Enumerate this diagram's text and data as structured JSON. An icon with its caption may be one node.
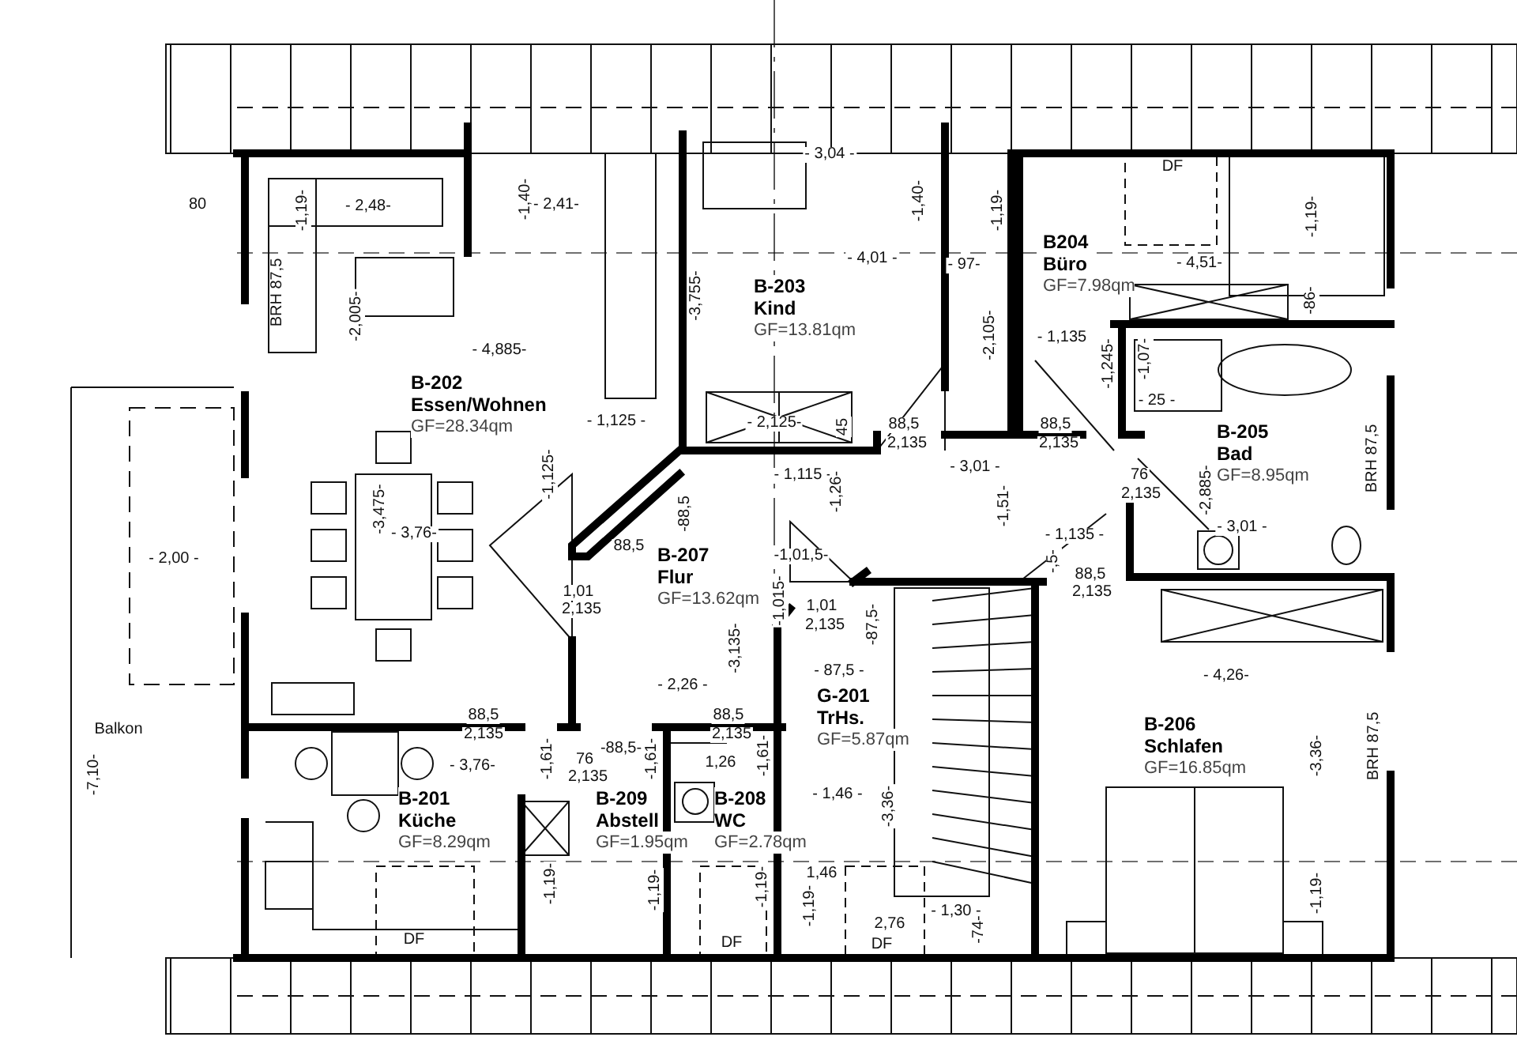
{
  "diagram": {
    "nodes": [
      {
        "text": [
          "B204",
          "Büro",
          "GF=7.98qm"
        ]
      },
      {
        "text": [
          "B-203",
          "Kind",
          "GF=13.81qm"
        ]
      },
      {
        "text": [
          "B-202",
          "Essen/Wohnen",
          "GF=28.34qm"
        ]
      },
      {
        "text": [
          "B-205",
          "Bad",
          "GF=8.95qm"
        ]
      },
      {
        "text": [
          "B-207",
          "Flur",
          "GF=13.62qm"
        ]
      },
      {
        "text": [
          "G-201",
          "TrHs.",
          "GF=5.87qm"
        ]
      },
      {
        "text": [
          "B-206",
          "Schlafen",
          "GF=16.85qm"
        ]
      },
      {
        "text": [
          "B-201",
          "Küche",
          "GF=8.29qm"
        ]
      },
      {
        "text": [
          "B-209",
          "Abstell",
          "GF=1.95qm"
        ]
      },
      {
        "text": [
          "B-208",
          "WC",
          "GF=2.78qm"
        ]
      }
    ],
    "labels": [
      "80",
      "-1,19-",
      "- 2,48-",
      "-1,40-",
      "- 2,41-",
      "- 3,04 -",
      "-1,40-",
      "-1,19-",
      "DF",
      "-1,19-",
      "- 4,01 -",
      "- 97-",
      "- 4,51-",
      "BRH 87,5",
      "-3,755-",
      "-86-",
      "-2,005-",
      "- 4,885-",
      "- 1,135",
      "-2,105-",
      "-1,245-",
      "-1,07-",
      "- 25 -",
      "- 1,125 -",
      "- 2,125-",
      "45",
      "88,5",
      "2,135",
      "88,5",
      "2,135",
      "-1,125-",
      "-88,5",
      "- 1,115 -",
      "-1,26-",
      "- 3,01 -",
      "-1,51-",
      "76",
      "2,135",
      "-2,885-",
      "BRH 87,5",
      "- 2,00 -",
      "-3,475-",
      "- 3,76-",
      "88,5",
      "1,01",
      "2,135",
      "-1,01,5-",
      "-,5-",
      "- 1,135 -",
      "88,5",
      "2,135",
      "- 3,01 -",
      "-1,015-",
      "1,01",
      "2,135",
      "-87,5-",
      "-3,135-",
      "- 87,5 -",
      "- 4,26-",
      "- 2,26 -",
      "88,5",
      "2,135",
      "88,5",
      "2,135",
      "Balkon",
      "-88,5-",
      "-1,61-",
      "-1,61-",
      "-1,61-",
      "- 3,76-",
      "76",
      "2,135",
      "1,26",
      "BRH 87,5",
      "-3,36-",
      "-7,10-",
      "- 1,46 -",
      "-3,36-",
      "1,46",
      "-1,19-",
      "-1,19-",
      "-1,19-",
      "-1,19-",
      "-1,19-",
      "- 1,30 -",
      "2,76",
      "-74-",
      "DF",
      "DF",
      "DF"
    ]
  }
}
